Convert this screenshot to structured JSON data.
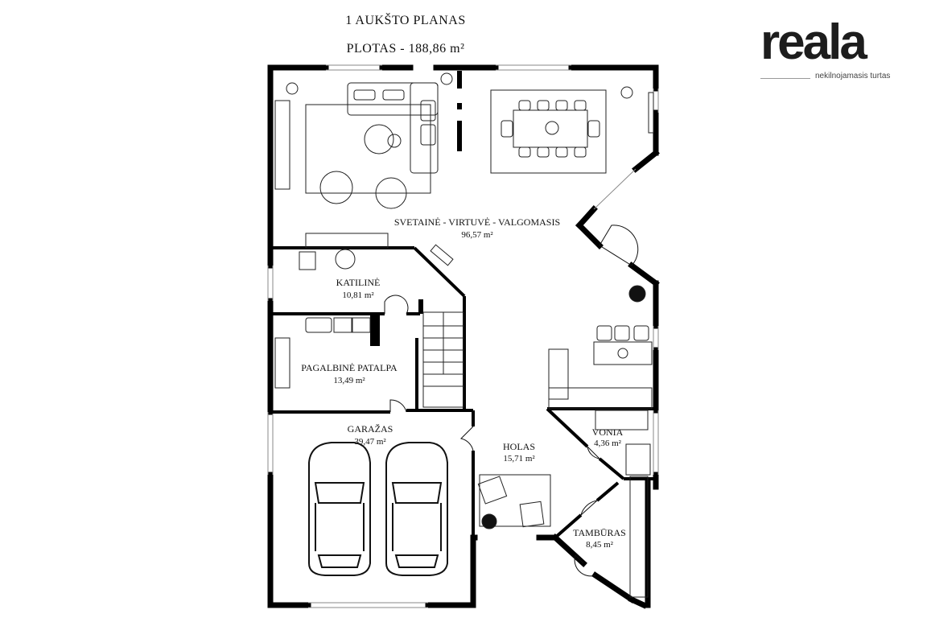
{
  "header": {
    "title": "1 AUKŠTO PLANAS",
    "area_label": "PLOTAS - 188,86 m²"
  },
  "logo": {
    "brand": "reala",
    "tagline": "nekilnojamasis turtas"
  },
  "rooms": [
    {
      "name": "SVETAINĖ - VIRTUVĖ - VALGOMASIS",
      "area": "96,57 m²"
    },
    {
      "name": "KATILINĖ",
      "area": "10,81 m²"
    },
    {
      "name": "PAGALBINĖ PATALPA",
      "area": "13,49 m²"
    },
    {
      "name": "GARAŽAS",
      "area": "39,47 m²"
    },
    {
      "name": "HOLAS",
      "area": "15,71 m²"
    },
    {
      "name": "VONIA",
      "area": "4,36 m²"
    },
    {
      "name": "TAMBŪRAS",
      "area": "8,45 m²"
    }
  ]
}
